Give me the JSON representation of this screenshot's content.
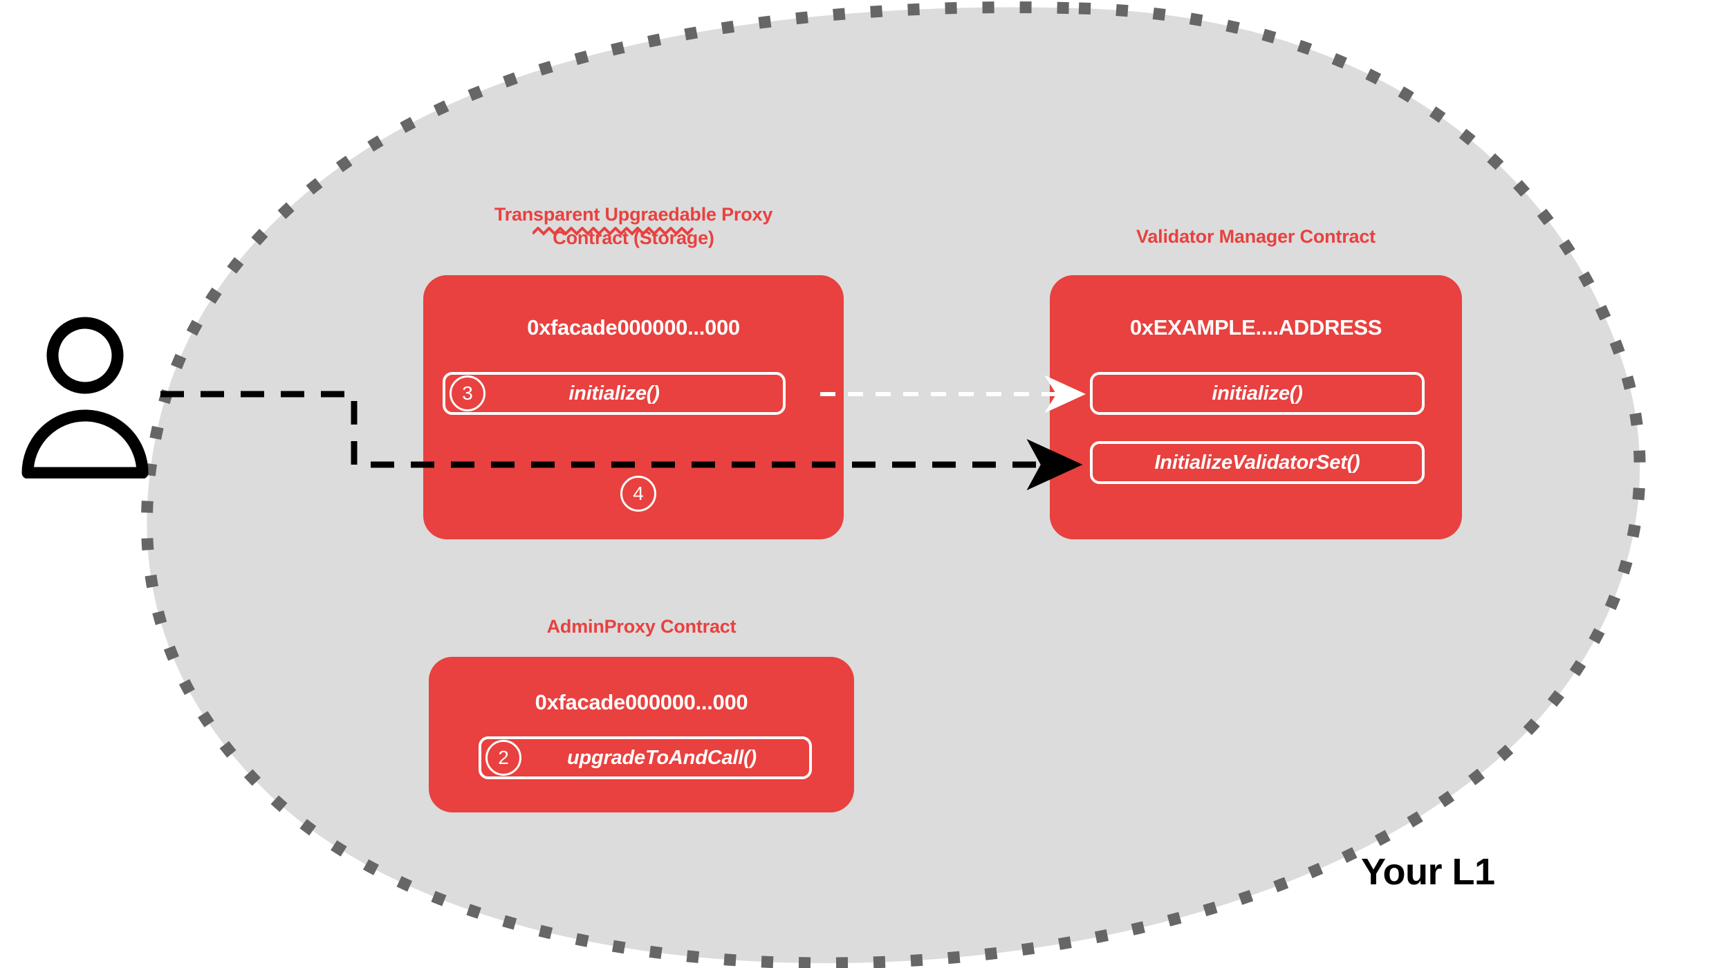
{
  "diagram": {
    "region_label": "Your L1",
    "colors": {
      "contract_red": "#e8413f",
      "region_fill": "#dcdcdc",
      "region_border": "#666666",
      "text_white": "#ffffff",
      "text_black": "#000000"
    },
    "actor": {
      "icon": "person-icon",
      "label": ""
    },
    "contracts": [
      {
        "id": "transparent-upgradeable-proxy",
        "title": "Transparent Upgraedable Proxy Contract (Storage)",
        "title_lines": [
          "Transparent Upgraedable Proxy",
          "Contract (Storage)"
        ],
        "address": "0xfacade000000...000",
        "methods": [
          {
            "name": "initialize()",
            "step": "3"
          }
        ],
        "floating_steps": [
          "4"
        ]
      },
      {
        "id": "validator-manager",
        "title": "Validator Manager Contract",
        "title_lines": [
          "Validator Manager Contract"
        ],
        "address": "0xEXAMPLE....ADDRESS",
        "methods": [
          {
            "name": "initialize()",
            "step": ""
          },
          {
            "name": "InitializeValidatorSet()",
            "step": ""
          }
        ],
        "floating_steps": []
      },
      {
        "id": "admin-proxy",
        "title": "AdminProxy  Contract",
        "title_lines": [
          "AdminProxy  Contract"
        ],
        "address": "0xfacade000000...000",
        "methods": [
          {
            "name": "upgradeToAndCall()",
            "step": "2"
          }
        ],
        "floating_steps": []
      }
    ],
    "connections": [
      {
        "id": "user-to-initialize-validator-set",
        "style": "dashed-black",
        "from": "actor",
        "to": "validator-manager.InitializeValidatorSet()"
      },
      {
        "id": "proxy-initialize-to-vm-initialize",
        "style": "dashed-white",
        "from": "transparent-upgradeable-proxy.initialize()",
        "to": "validator-manager.initialize()"
      }
    ]
  }
}
